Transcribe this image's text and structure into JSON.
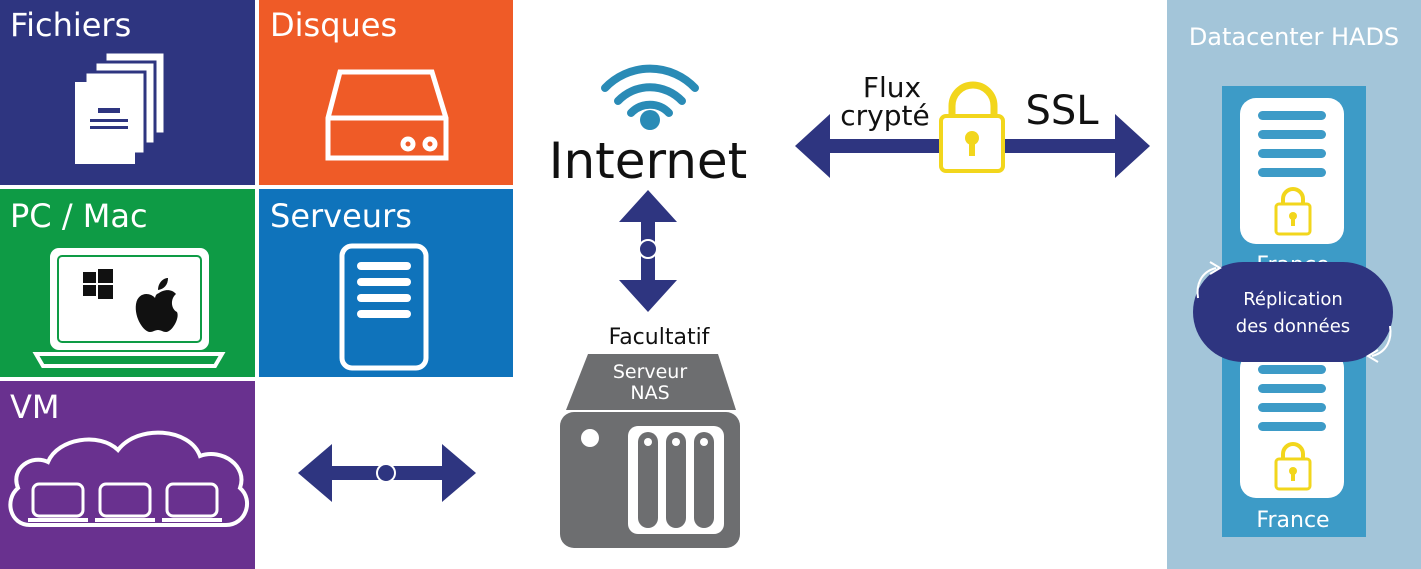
{
  "tiles": {
    "fichiers": {
      "label": "Fichiers",
      "color": "#2e3580"
    },
    "disques": {
      "label": "Disques",
      "color": "#ef5b27"
    },
    "pcmac": {
      "label": "PC / Mac",
      "color": "#0e9b45"
    },
    "serveurs": {
      "label": "Serveurs",
      "color": "#0f73bb"
    },
    "vm": {
      "label": "VM",
      "color": "#69318f"
    }
  },
  "internet": {
    "label": "Internet",
    "wifi_color": "#2a8bb6"
  },
  "flux": {
    "line1": "Flux",
    "line2": "crypté",
    "ssl": "SSL"
  },
  "nas": {
    "facultatif": "Facultatif",
    "line1": "Serveur",
    "line2": "NAS",
    "color": "#6d6e70"
  },
  "datacenter": {
    "title": "Datacenter HADS",
    "bg_color": "#a3c5d9",
    "server_color": "#3d9bc7",
    "server1_label": "France",
    "server2_label": "France",
    "replication_line1": "Réplication",
    "replication_line2": "des données"
  },
  "colors": {
    "arrow": "#2e3580",
    "lock": "#f2d61c"
  }
}
